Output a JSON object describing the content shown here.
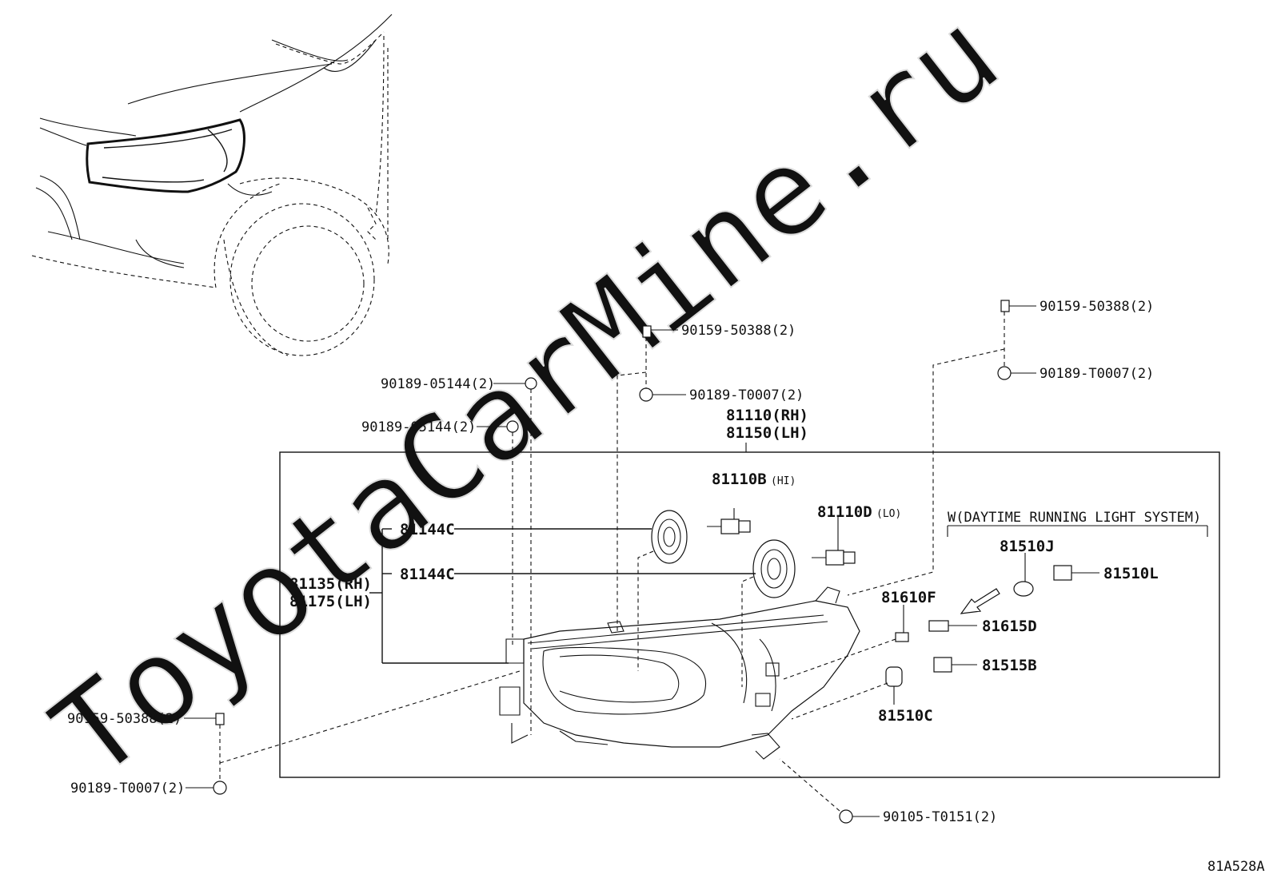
{
  "watermark": "ToyotaCarMine.ru",
  "diagram_code": "81A528A",
  "assembly": {
    "rh": "81110(RH)",
    "lh": "81150(LH)"
  },
  "housing": {
    "rh": "81135(RH)",
    "lh": "81175(LH)"
  },
  "drl_note": "W(DAYTIME RUNNING LIGHT SYSTEM)",
  "labels": {
    "bolt_left_top": "90189-05144(2)",
    "bolt_left_mid": "90189-05144(2)",
    "bolt_top_center": "90159-50388(2)",
    "clip_top_center": "90189-T0007(2)",
    "bolt_top_right": "90159-50388(2)",
    "clip_top_right": "90189-T0007(2)",
    "bolt_bottom_left": "90159-50388(2)",
    "clip_bottom_left": "90189-T0007(2)",
    "screw_bottom": "90105-T0151(2)",
    "cover_upper": "81144C",
    "cover_lower": "81144C",
    "bulb_hi_part": "81110B",
    "bulb_hi_tag": "(HI)",
    "bulb_lo_part": "81110D",
    "bulb_lo_tag": "(LO)",
    "p81510J": "81510J",
    "p81510L": "81510L",
    "p81610F": "81610F",
    "p81615D": "81615D",
    "p81515B": "81515B",
    "p81510C": "81510C"
  }
}
